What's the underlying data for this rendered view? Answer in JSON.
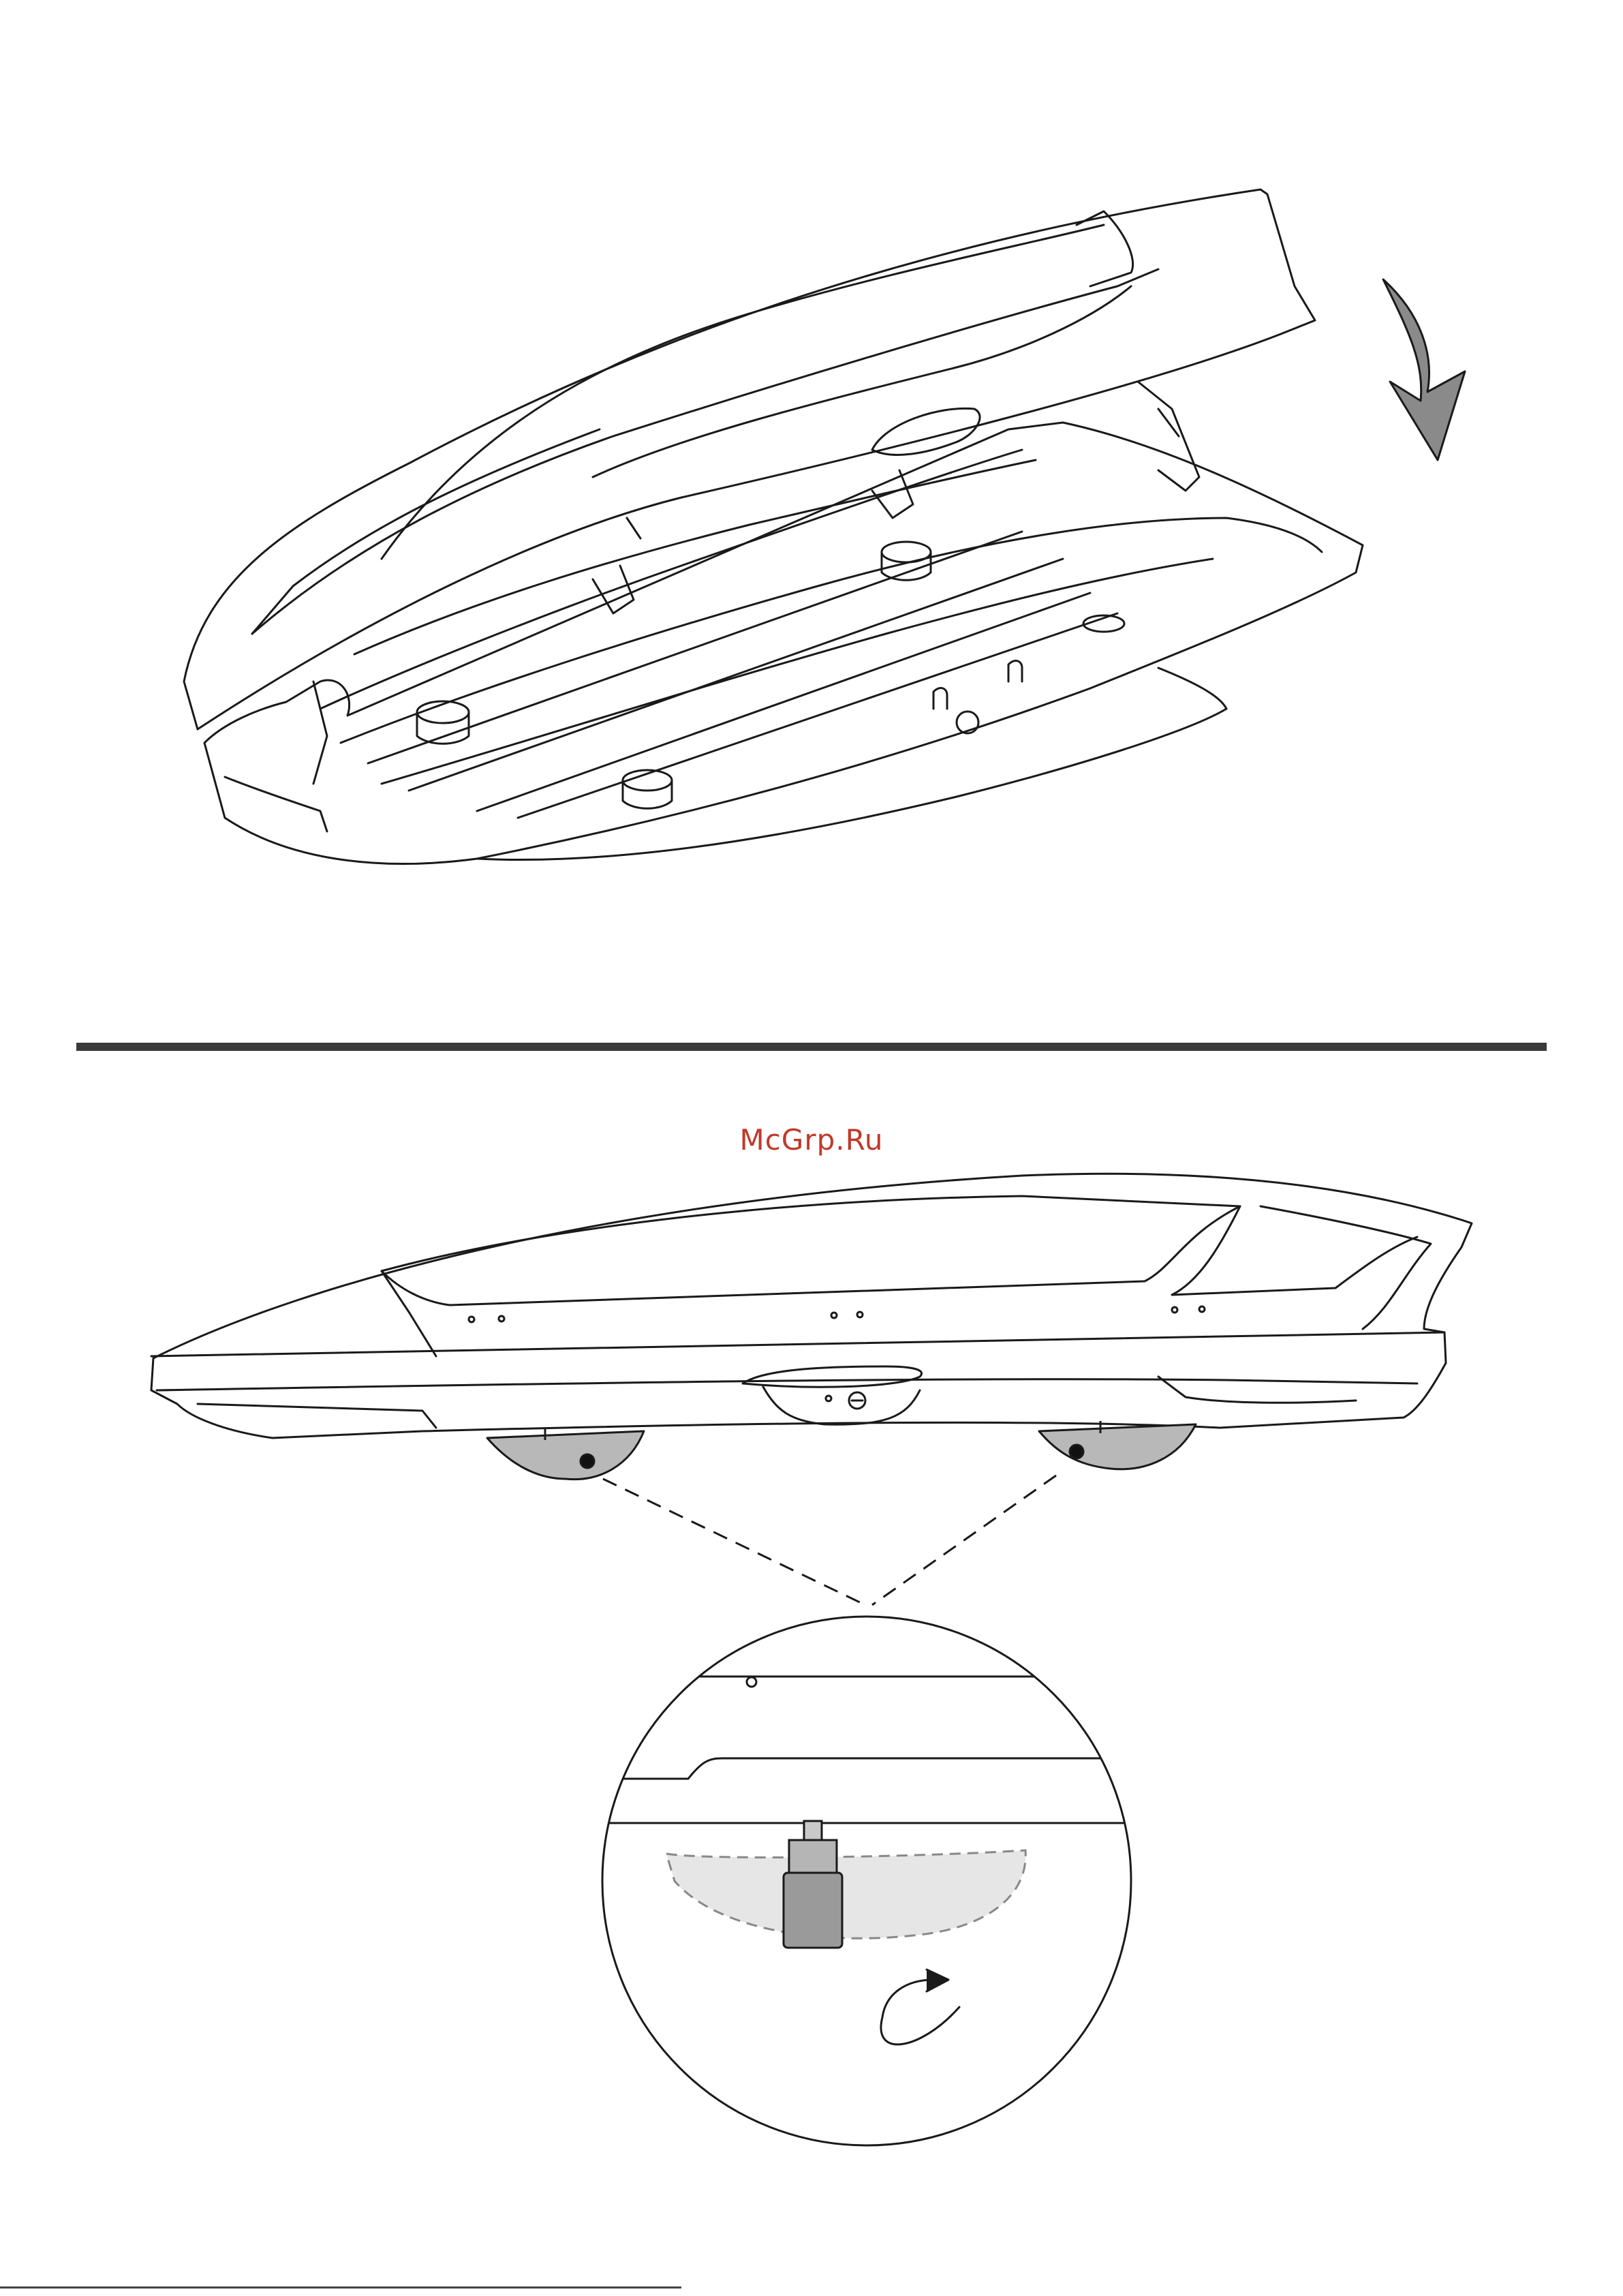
{
  "watermark": {
    "text": "McGrp.Ru",
    "color": "#c0392b"
  },
  "colors": {
    "line": "#1a1a1a",
    "divider": "#3a3a3a",
    "arrow_fill": "#8a8a8a",
    "bracket_fill": "#b8b8b8",
    "ghost_fill": "#e6e6e6",
    "handle_fill": "#9a9a9a"
  },
  "panels": [
    {
      "step": "close-lid",
      "arrow": "arrow-down-icon"
    },
    {
      "step": "lock-mount-brackets",
      "arrow": "rotate-clockwise-icon"
    }
  ]
}
